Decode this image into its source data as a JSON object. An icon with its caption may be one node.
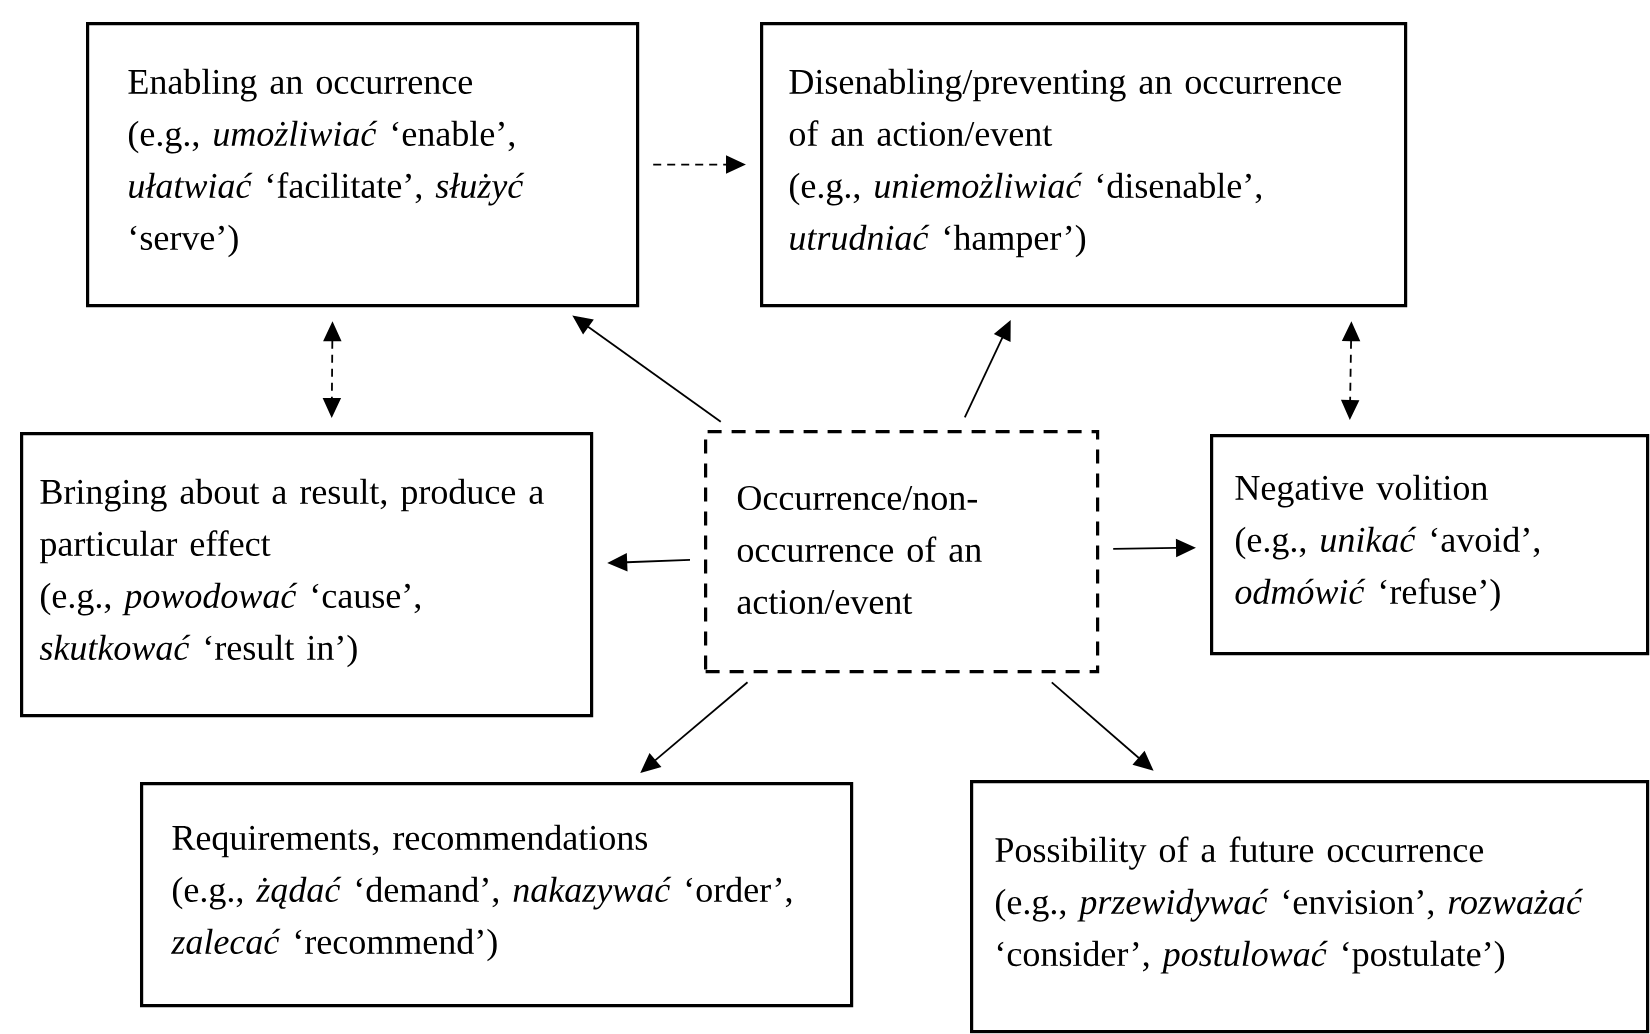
{
  "diagram": {
    "nodes": [
      {
        "text": [
          "Enabling an occurrence",
          "(e.g., *umożliwiać* ‘enable’, *ułatwiać* ‘facilitate’, *służyć* ‘serve’)"
        ]
      },
      {
        "text": [
          "Disenabling/preventing an occurrence of an action/event",
          "(e.g., *uniemożliwiać* ‘disenable’, *utrudniać* ‘hamper’)"
        ]
      },
      {
        "text": [
          "Bringing about a result, produce a particular effect",
          "(e.g., *powodować* ‘cause’, *skutkować* ‘result in’)"
        ]
      },
      {
        "text": [
          "Occurrence/non-occurrence of an action/event"
        ]
      },
      {
        "text": [
          "Negative volition",
          "(e.g., *unikać* ‘avoid’, *odmówić* ‘refuse’)"
        ]
      },
      {
        "text": [
          "Requirements, recommendations",
          "(e.g., *żądać* ‘demand’, *nakazywać* ‘order’, *zalecać* ‘recommend’)"
        ]
      },
      {
        "text": [
          "Possibility of a future occurrence",
          "(e.g., *przewidywać* ‘envision’, *rozważać* ‘consider’, *postulować* ‘postulate’)"
        ]
      }
    ],
    "edges": [
      {
        "from": 0,
        "to": 1,
        "arrow": "to",
        "style": "dashed"
      },
      {
        "from": 0,
        "to": 2,
        "arrow": "both",
        "style": "dashed"
      },
      {
        "from": 1,
        "to": 4,
        "arrow": "both",
        "style": "dashed"
      },
      {
        "from": 3,
        "to": 0,
        "arrow": "to"
      },
      {
        "from": 3,
        "to": 1,
        "arrow": "to"
      },
      {
        "from": 3,
        "to": 2,
        "arrow": "to"
      },
      {
        "from": 3,
        "to": 4,
        "arrow": "to"
      },
      {
        "from": 3,
        "to": 5,
        "arrow": "to"
      },
      {
        "from": 3,
        "to": 6,
        "arrow": "to"
      }
    ]
  }
}
